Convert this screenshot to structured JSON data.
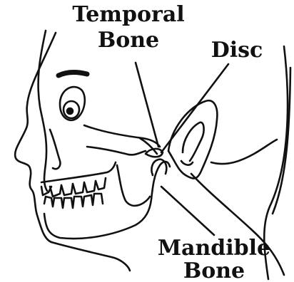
{
  "diagram": {
    "labels": {
      "temporal_line1": "Temporal",
      "temporal_line2": "Bone",
      "disc": "Disc",
      "mandible_line1": "Mandible",
      "mandible_line2": "Bone"
    },
    "colors": {
      "ink": "#111111",
      "background": "#ffffff"
    }
  }
}
